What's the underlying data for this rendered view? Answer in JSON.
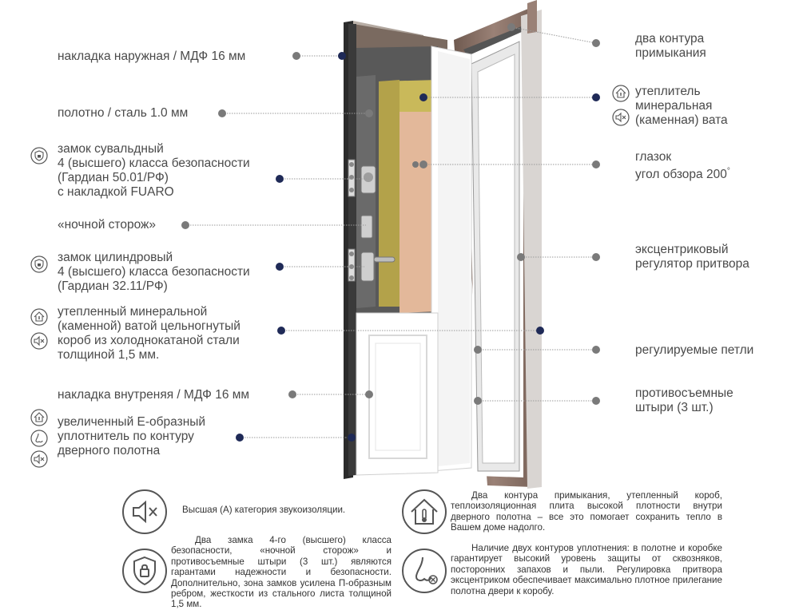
{
  "left_labels": [
    {
      "id": "outer-panel",
      "text": "накладка наружная / МДФ 16 мм"
    },
    {
      "id": "door-leaf",
      "text": "полотно / сталь 1.0 мм"
    },
    {
      "id": "lever-lock",
      "text": "замок сувальдный\n4 (высшего) класса безопасности\n(Гардиан 50.01/РФ)\nс накладкой FUARO"
    },
    {
      "id": "night-latch",
      "text": "«ночной сторож»"
    },
    {
      "id": "cylinder-lock",
      "text": "замок цилиндровый\n4 (высшего) класса безопасности\n(Гардиан 32.11/РФ)"
    },
    {
      "id": "insulated-frame",
      "text": "утепленный минеральной\n(каменной) ватой цельногнутый\nкороб из  холоднокатаной стали\nтолщиной 1,5 мм."
    },
    {
      "id": "inner-panel",
      "text": "накладка внутреняя / МДФ 16 мм"
    },
    {
      "id": "seal",
      "text": "увеличенный Е-образный\nуплотнитель по контуру\nдверного полотна"
    }
  ],
  "right_labels": [
    {
      "id": "two-contours",
      "text": "два контура\nпримыкания"
    },
    {
      "id": "mineral-wool",
      "text": "утеплитель\nминеральная\n(каменная) вата"
    },
    {
      "id": "peephole",
      "text": "глазок\nугол обзора 200"
    },
    {
      "id": "eccentric",
      "text": "эксцентриковый\nрегулятор притвора"
    },
    {
      "id": "hinges",
      "text": "регулируемые петли"
    },
    {
      "id": "anti-removal",
      "text": "противосъемные\nштыри (3 шт.)"
    }
  ],
  "peephole_degree": "°",
  "features": [
    {
      "id": "sound",
      "text": "Высшая (А) категория звукоизоляции."
    },
    {
      "id": "locks",
      "text": "Два замка 4-го (высшего) класса безопасности, «ночной сторож» и противосъемные штыри (3 шт.) являются гарантами надежности и безопасности. Дополнительно, зона замков усилена П-образным ребром, жесткости  из стального листа толщиной 1,5  мм."
    },
    {
      "id": "warmth",
      "text": "Два контура примыкания, утепленный короб, теплоизоляционная  плита высокой плотности внутри дверного полотна – все это помогает сохранить тепло в Вашем доме надолго."
    },
    {
      "id": "sealing",
      "text": "Наличие двух контуров уплотнения: в полотне и коробке гарантирует высокий уровень защиты от сквозняков, посторонних запахов и пыли. Регулировка притвора эксцентриком   обеспечивает максимально плотное прилегание полотна двери к коробу."
    }
  ],
  "colors": {
    "dot_dark": "#1f2a57",
    "dot_gray": "#7a7a7a",
    "icon_stroke": "#555555",
    "wood": "#8a7266",
    "wool": "#c9b95a"
  }
}
